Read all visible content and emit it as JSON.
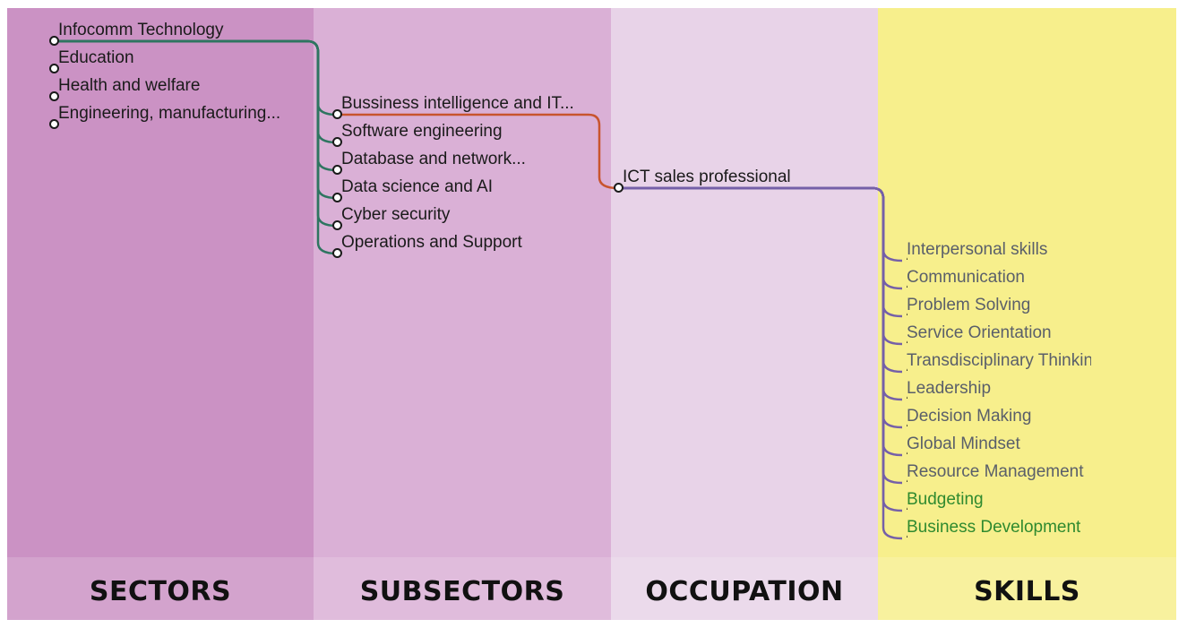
{
  "colors": {
    "sectors_bg": "#cb92c4",
    "subsectors_bg": "#dab0d6",
    "occupation_bg": "#e8d3e8",
    "skills_bg": "#f7ef8c",
    "link_sector": "#2e7560",
    "link_subsector": "#c8542e",
    "link_occupation": "#7560a8",
    "link_skill": "#777777",
    "text_dark": "#1a1a1a",
    "text_skill_gray": "#5a5f6a",
    "text_skill_green": "#2f8a2f"
  },
  "columns": [
    {
      "id": "sectors",
      "title": "SECTORS"
    },
    {
      "id": "subsectors",
      "title": "SUBSECTORS"
    },
    {
      "id": "occupation",
      "title": "OCCUPATION"
    },
    {
      "id": "skills",
      "title": "SKILLS"
    }
  ],
  "sectors": [
    {
      "label": "Infocomm Technology",
      "selected": true
    },
    {
      "label": "Education"
    },
    {
      "label": "Health and welfare"
    },
    {
      "label": "Engineering, manufacturing..."
    }
  ],
  "subsectors": [
    {
      "label": "Bussiness intelligence and IT...",
      "selected": true
    },
    {
      "label": "Software engineering"
    },
    {
      "label": "Database and network..."
    },
    {
      "label": "Data science and AI"
    },
    {
      "label": "Cyber security"
    },
    {
      "label": "Operations and Support"
    }
  ],
  "occupation": [
    {
      "label": "ICT sales professional",
      "selected": true
    }
  ],
  "skills": [
    {
      "label": "Interpersonal skills",
      "status": "gray"
    },
    {
      "label": "Communication",
      "status": "gray"
    },
    {
      "label": "Problem Solving",
      "status": "gray"
    },
    {
      "label": "Service Orientation",
      "status": "gray"
    },
    {
      "label": "Transdisciplinary Thinking",
      "status": "gray"
    },
    {
      "label": "Leadership",
      "status": "gray"
    },
    {
      "label": "Decision Making",
      "status": "gray"
    },
    {
      "label": "Global Mindset",
      "status": "gray"
    },
    {
      "label": "Resource Management",
      "status": "gray"
    },
    {
      "label": "Budgeting",
      "status": "green"
    },
    {
      "label": "Business Development",
      "status": "green"
    }
  ]
}
